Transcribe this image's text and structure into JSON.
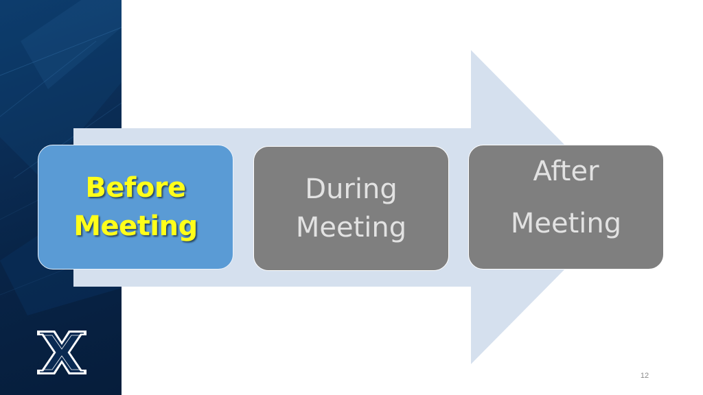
{
  "slide": {
    "page_number": "12"
  },
  "stages": {
    "before": {
      "line1": "Before",
      "line2": "Meeting"
    },
    "during": {
      "line1": "During",
      "line2": "Meeting"
    },
    "after": {
      "line1": "After",
      "line2": "Meeting"
    }
  },
  "colors": {
    "sidebar_navy": "#082447",
    "arrow_fill": "#d5e0ee",
    "active_stage": "#5a9bd5",
    "inactive_stage": "#7f7f7f",
    "active_text": "#ffff1a",
    "inactive_text": "#e2e2e2"
  },
  "icons": {
    "logo": "university-x-logo"
  }
}
